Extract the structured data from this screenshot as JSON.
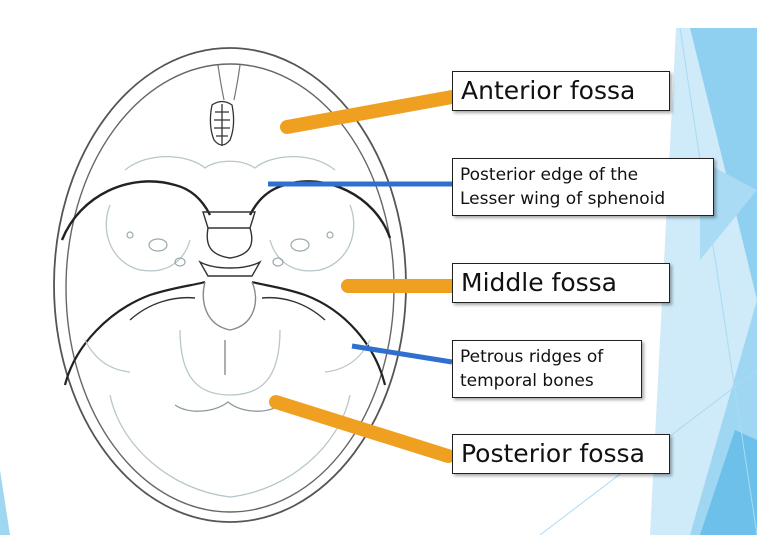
{
  "colors": {
    "fossa_pointer": "#f0a020",
    "structure_pointer": "#2f6fd0",
    "slide_accent_light": "#bfe3f7",
    "slide_accent_mid": "#8dcdf0",
    "slide_accent_dark": "#5ab8e8",
    "skull_outline": "#444444",
    "bone_detail": "#b7c7c9"
  },
  "labels": {
    "anterior": "Anterior fossa",
    "lesser_wing_line1": "Posterior edge of the",
    "lesser_wing_line2": "Lesser wing of sphenoid",
    "middle": "Middle fossa",
    "petrous_line1": "Petrous ridges of",
    "petrous_line2": "temporal bones",
    "posterior": "Posterior fossa"
  }
}
